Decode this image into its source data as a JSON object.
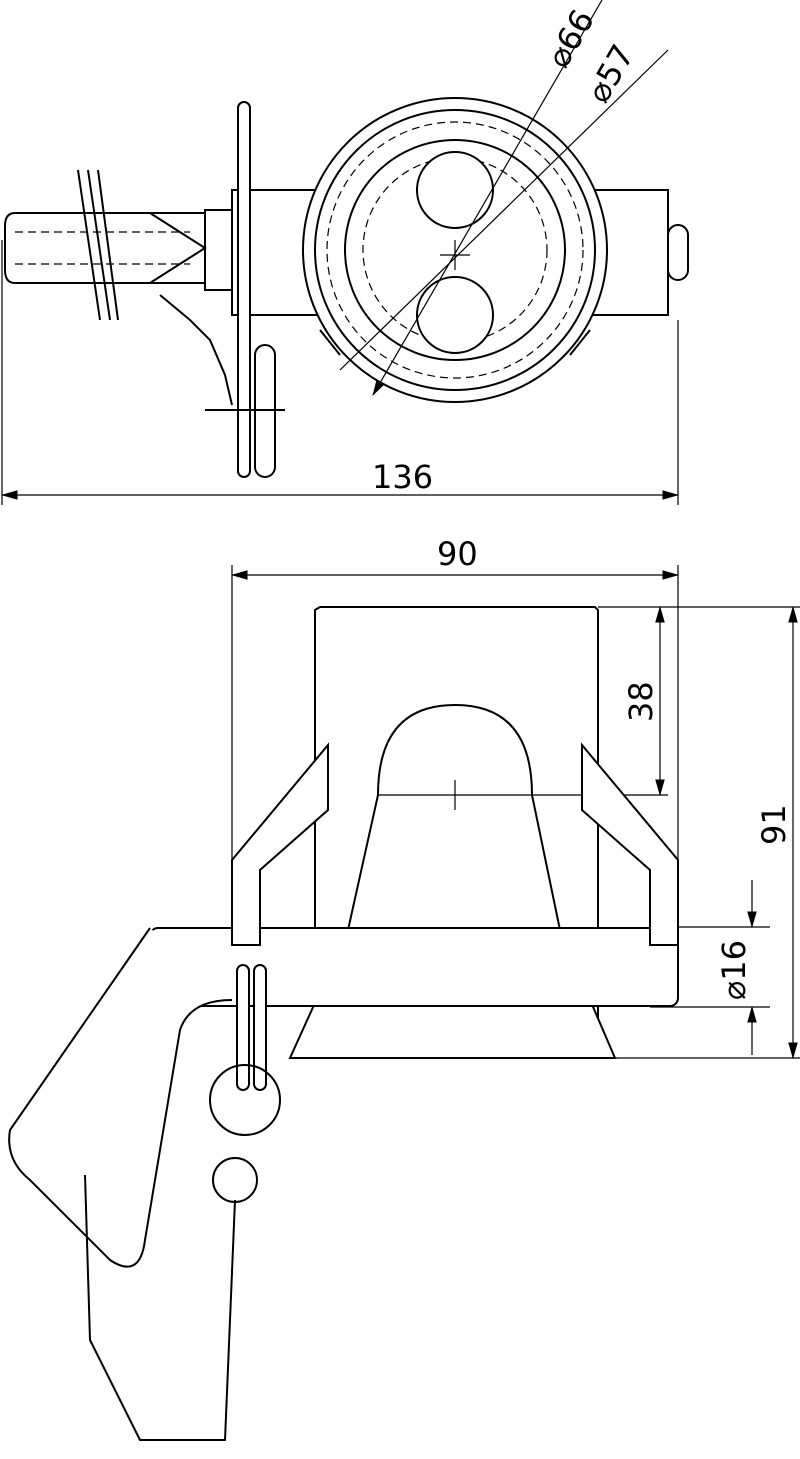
{
  "drawing": {
    "top_view": {
      "dimensions": {
        "outer_diameter": "⌀66",
        "inner_diameter": "⌀57",
        "overall_length": "136"
      }
    },
    "side_view": {
      "dimensions": {
        "width": "90",
        "upper_height": "38",
        "total_height": "91",
        "pin_diameter": "⌀16"
      }
    }
  }
}
